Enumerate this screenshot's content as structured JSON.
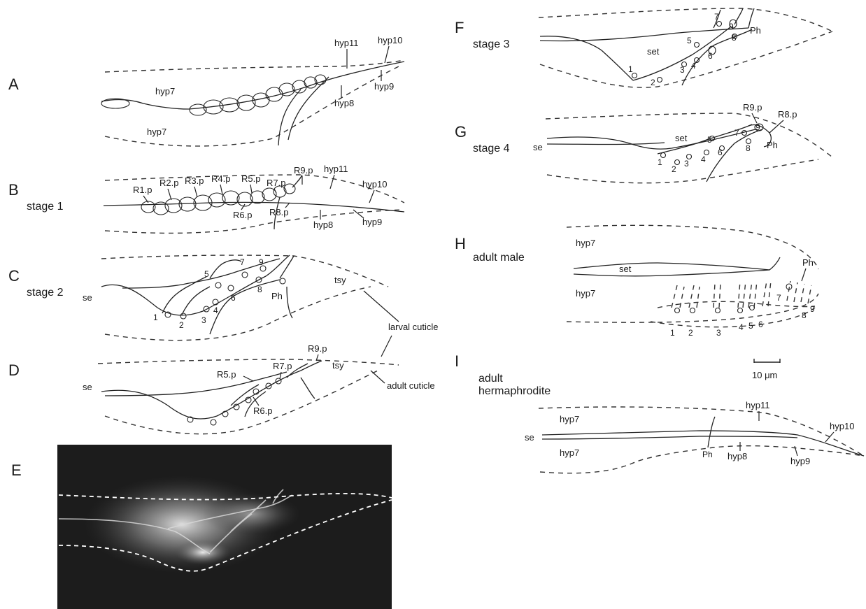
{
  "panels": {
    "A": {
      "letter": "A",
      "labels": {
        "hyp7_upper": "hyp7",
        "hyp7_lower": "hyp7",
        "hyp11": "hyp11",
        "hyp10": "hyp10",
        "hyp9": "hyp9",
        "hyp8": "hyp8"
      }
    },
    "B": {
      "letter": "B",
      "stage": "stage 1",
      "cells": [
        "R1.p",
        "R2.p",
        "R3.p",
        "R4.p",
        "R5.p",
        "R6.p",
        "R7.p",
        "R8.p",
        "R9.p"
      ],
      "labels": {
        "hyp11": "hyp11",
        "hyp10": "hyp10",
        "hyp9": "hyp9",
        "hyp8": "hyp8"
      }
    },
    "C": {
      "letter": "C",
      "stage": "stage 2",
      "labels": {
        "se": "se",
        "tsy": "tsy",
        "ph": "Ph",
        "larval_cuticle": "larval cuticle"
      },
      "numbers": [
        "1",
        "2",
        "3",
        "4",
        "5",
        "6",
        "7",
        "8",
        "9"
      ]
    },
    "D": {
      "letter": "D",
      "labels": {
        "se": "se",
        "tsy": "tsy",
        "adult_cuticle": "adult cuticle",
        "r5p": "R5.p",
        "r6p": "R6.p",
        "r7p": "R7.p",
        "r9p": "R9.p"
      }
    },
    "E": {
      "letter": "E"
    },
    "F": {
      "letter": "F",
      "stage": "stage 3",
      "labels": {
        "set": "set",
        "ph": "Ph"
      },
      "numbers": [
        "1",
        "2",
        "3",
        "4",
        "5",
        "6",
        "7",
        "8",
        "9"
      ]
    },
    "G": {
      "letter": "G",
      "stage": "stage 4",
      "labels": {
        "se": "se",
        "set": "set",
        "ph": "Ph",
        "r9p": "R9.p",
        "r8p": "R8.p"
      },
      "numbers": [
        "1",
        "2",
        "3",
        "4",
        "5",
        "6",
        "7",
        "8",
        "9"
      ]
    },
    "H": {
      "letter": "H",
      "stage": "adult male",
      "labels": {
        "hyp7_upper": "hyp7",
        "hyp7_lower": "hyp7",
        "set": "set",
        "ph": "Ph"
      },
      "numbers": [
        "1",
        "2",
        "3",
        "4",
        "5",
        "6",
        "7",
        "8",
        "9"
      ],
      "scale_bar": "10 μm"
    },
    "I": {
      "letter": "I",
      "stage_line1": "adult",
      "stage_line2": "hermaphrodite",
      "labels": {
        "se": "se",
        "hyp7_upper": "hyp7",
        "hyp7_lower": "hyp7",
        "hyp11": "hyp11",
        "hyp10": "hyp10",
        "hyp9": "hyp9",
        "hyp8": "hyp8",
        "ph": "Ph"
      }
    }
  }
}
